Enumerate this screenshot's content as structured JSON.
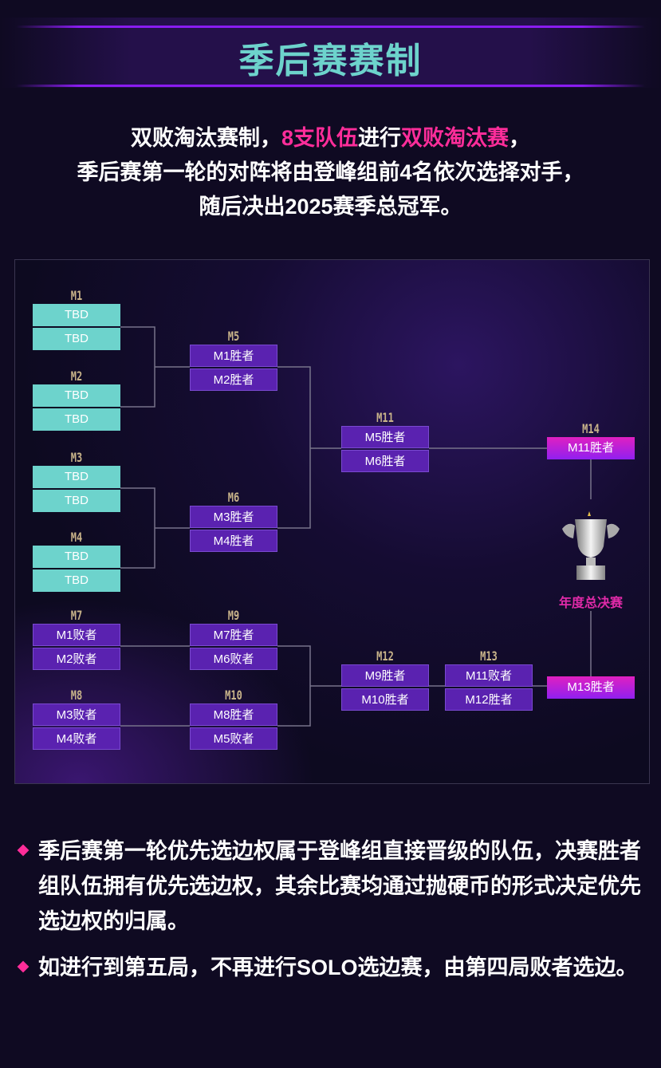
{
  "title": "季后赛赛制",
  "intro": {
    "l1a": "双败淘汰赛制，",
    "l1b": "8支队伍",
    "l1c": "进行",
    "l1d": "双败淘汰赛",
    "l1e": "，",
    "l2": "季后赛第一轮的对阵将由登峰组前4名依次选择对手，",
    "l3": "随后决出2025赛季总冠军。"
  },
  "colors": {
    "teal": "#6dd3cc",
    "purple": "#5a22b0",
    "pink": "#ff2d9a"
  },
  "bracket": {
    "matches": [
      {
        "id": "M1",
        "slots": [
          "TBD",
          "TBD"
        ]
      },
      {
        "id": "M2",
        "slots": [
          "TBD",
          "TBD"
        ]
      },
      {
        "id": "M3",
        "slots": [
          "TBD",
          "TBD"
        ]
      },
      {
        "id": "M4",
        "slots": [
          "TBD",
          "TBD"
        ]
      },
      {
        "id": "M5",
        "slots": [
          "M1胜者",
          "M2胜者"
        ]
      },
      {
        "id": "M6",
        "slots": [
          "M3胜者",
          "M4胜者"
        ]
      },
      {
        "id": "M11",
        "slots": [
          "M5胜者",
          "M6胜者"
        ]
      },
      {
        "id": "M14",
        "slots": [
          "M11胜者",
          "M13胜者"
        ]
      },
      {
        "id": "M7",
        "slots": [
          "M1败者",
          "M2败者"
        ]
      },
      {
        "id": "M8",
        "slots": [
          "M3败者",
          "M4败者"
        ]
      },
      {
        "id": "M9",
        "slots": [
          "M7胜者",
          "M6败者"
        ]
      },
      {
        "id": "M10",
        "slots": [
          "M8胜者",
          "M5败者"
        ]
      },
      {
        "id": "M12",
        "slots": [
          "M9胜者",
          "M10胜者"
        ]
      },
      {
        "id": "M13",
        "slots": [
          "M11败者",
          "M12胜者"
        ]
      }
    ],
    "trophy_label": "年度总决赛",
    "trophy_icon": "trophy-icon"
  },
  "bullets": [
    "季后赛第一轮优先选边权属于登峰组直接晋级的队伍，决赛胜者组队伍拥有优先选边权，其余比赛均通过抛硬币的形式决定优先选边权的归属。",
    "如进行到第五局，不再进行SOLO选边赛，由第四局败者选边。"
  ]
}
